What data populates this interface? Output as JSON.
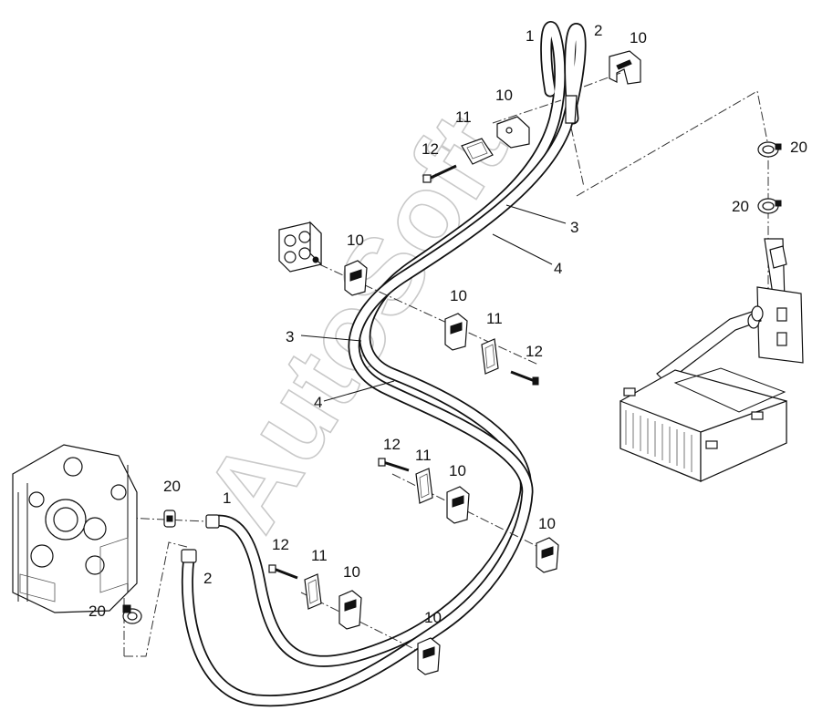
{
  "watermark": "AutoSoft",
  "callouts": {
    "hose_1_top": "1",
    "hose_2_top": "2",
    "bracket_10_top": "10",
    "bracket_10_upper": "10",
    "pad_11_upper": "11",
    "bolt_12_upper": "12",
    "clamp_20_right_top": "20",
    "clamp_20_right_mid": "20",
    "pipe_3_right": "3",
    "pipe_4_right": "4",
    "bracket_10_left": "10",
    "bracket_10_mid": "10",
    "pad_11_mid": "11",
    "bolt_12_mid": "12",
    "pipe_3_left": "3",
    "pipe_4_left": "4",
    "bolt_12_low": "12",
    "pad_11_low": "11",
    "bracket_10_low": "10",
    "bracket_10_low_right": "10",
    "clamp_20_engine": "20",
    "hose_1_low": "1",
    "hose_2_low": "2",
    "bolt_12_bottom": "12",
    "pad_11_bottom": "11",
    "bracket_10_bottom": "10",
    "bracket_10_bottom_right": "10",
    "clamp_20_bottom": "20"
  }
}
